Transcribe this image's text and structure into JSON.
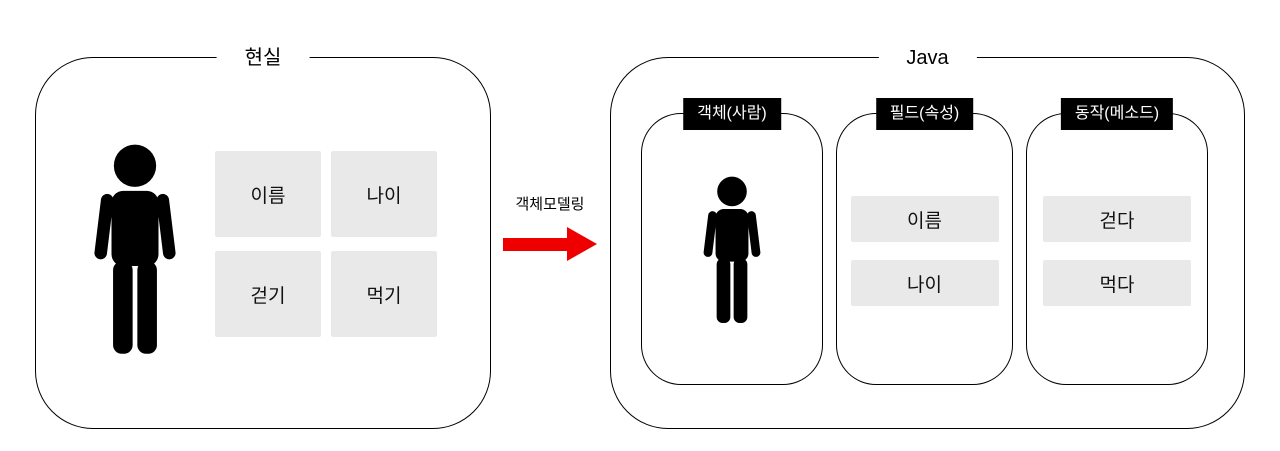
{
  "colors": {
    "arrow_red": "#ee0000",
    "box_gray": "#e9e9e9",
    "badge_bg": "#000000",
    "badge_text": "#ffffff",
    "line": "#000000",
    "background": "#ffffff"
  },
  "reality": {
    "title": "현실",
    "icon": "person-icon",
    "boxes": [
      "이름",
      "나이",
      "걷기",
      "먹기"
    ]
  },
  "arrow": {
    "label": "객체모델링",
    "color": "#ee0000"
  },
  "java": {
    "title": "Java",
    "columns": [
      {
        "badge": "객체(사람)",
        "icon": "person-icon",
        "items": []
      },
      {
        "badge": "필드(속성)",
        "items": [
          "이름",
          "나이"
        ]
      },
      {
        "badge": "동작(메소드)",
        "items": [
          "걷다",
          "먹다"
        ]
      }
    ]
  }
}
